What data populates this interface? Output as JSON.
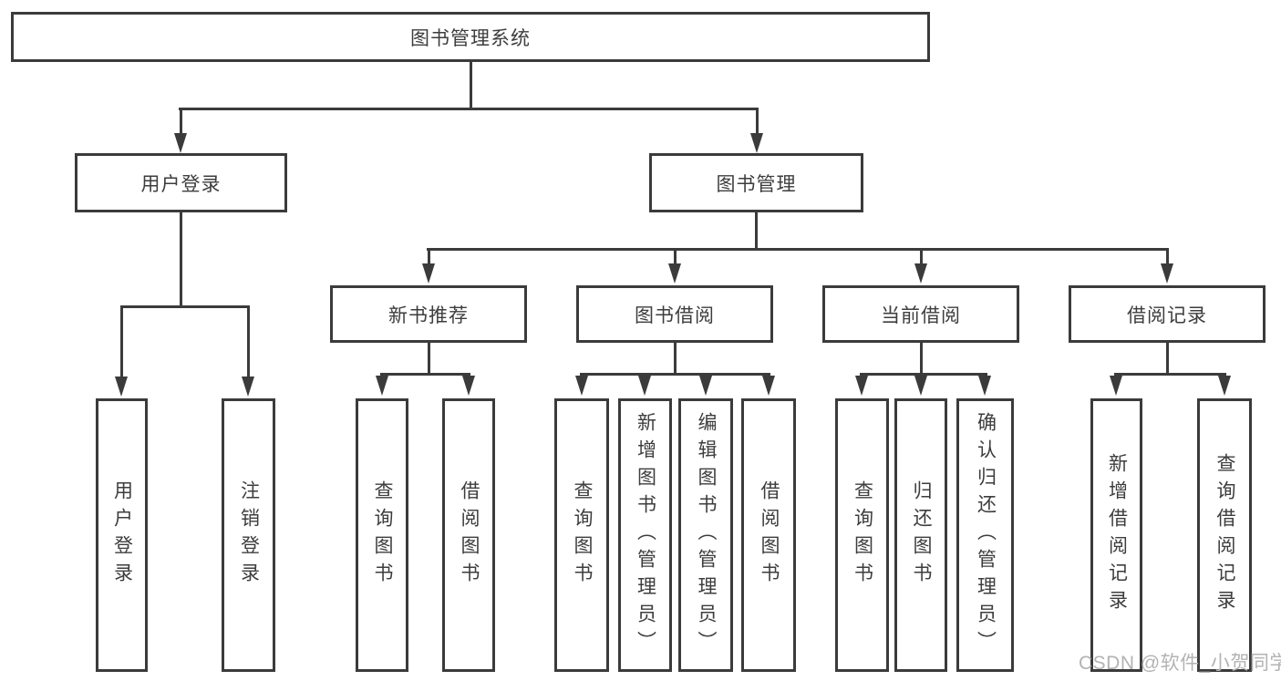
{
  "diagram": {
    "root": {
      "label": "图书管理系统"
    },
    "branches": [
      {
        "label": "用户登录",
        "children": [
          {
            "label": "用户登录"
          },
          {
            "label": "注销登录"
          }
        ]
      },
      {
        "label": "图书管理",
        "sections": [
          {
            "label": "新书推荐",
            "children": [
              {
                "label": "查询图书"
              },
              {
                "label": "借阅图书"
              }
            ]
          },
          {
            "label": "图书借阅",
            "children": [
              {
                "label": "查询图书"
              },
              {
                "label": "新增图书（管理员）"
              },
              {
                "label": "编辑图书（管理员）"
              },
              {
                "label": "借阅图书"
              }
            ]
          },
          {
            "label": "当前借阅",
            "children": [
              {
                "label": "查询图书"
              },
              {
                "label": "归还图书"
              },
              {
                "label": "确认归还（管理员）"
              }
            ]
          },
          {
            "label": "借阅记录",
            "children": [
              {
                "label": "新增借阅记录"
              },
              {
                "label": "查询借阅记录"
              }
            ]
          }
        ]
      }
    ]
  },
  "watermark": {
    "text": "CSDN @软件_小贺同学"
  },
  "colors": {
    "line": "#3b3b3b",
    "text": "#3d3d3d",
    "background": "#ffffff",
    "watermark": "#b3b3b3"
  }
}
